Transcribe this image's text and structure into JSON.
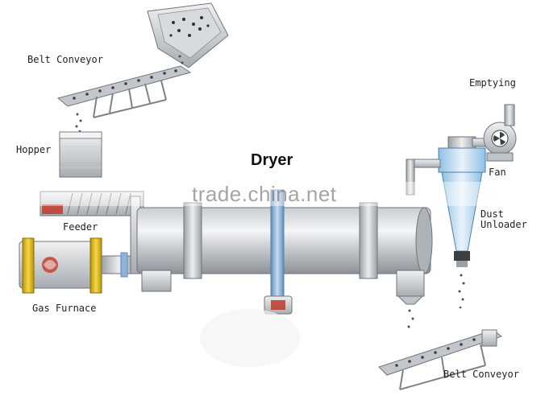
{
  "title": "Dryer",
  "watermark": "trade.china.net",
  "labels": {
    "belt_conveyor_top": "Belt Conveyor",
    "hopper": "Hopper",
    "feeder": "Feeder",
    "gas_furnace": "Gas Furnace",
    "emptying": "Emptying",
    "fan": "Fan",
    "dust_unloader": "Dust\nUnloader",
    "belt_conveyor_bottom": "Belt Conveyor"
  },
  "colors": {
    "steel_light": "#e6e8ea",
    "steel_mid": "#b7bcc1",
    "steel_dark": "#7d8388",
    "pipe_blue": "#8fb3d6",
    "furnace_yellow": "#e8c21a",
    "accent_red": "#c0392b"
  }
}
